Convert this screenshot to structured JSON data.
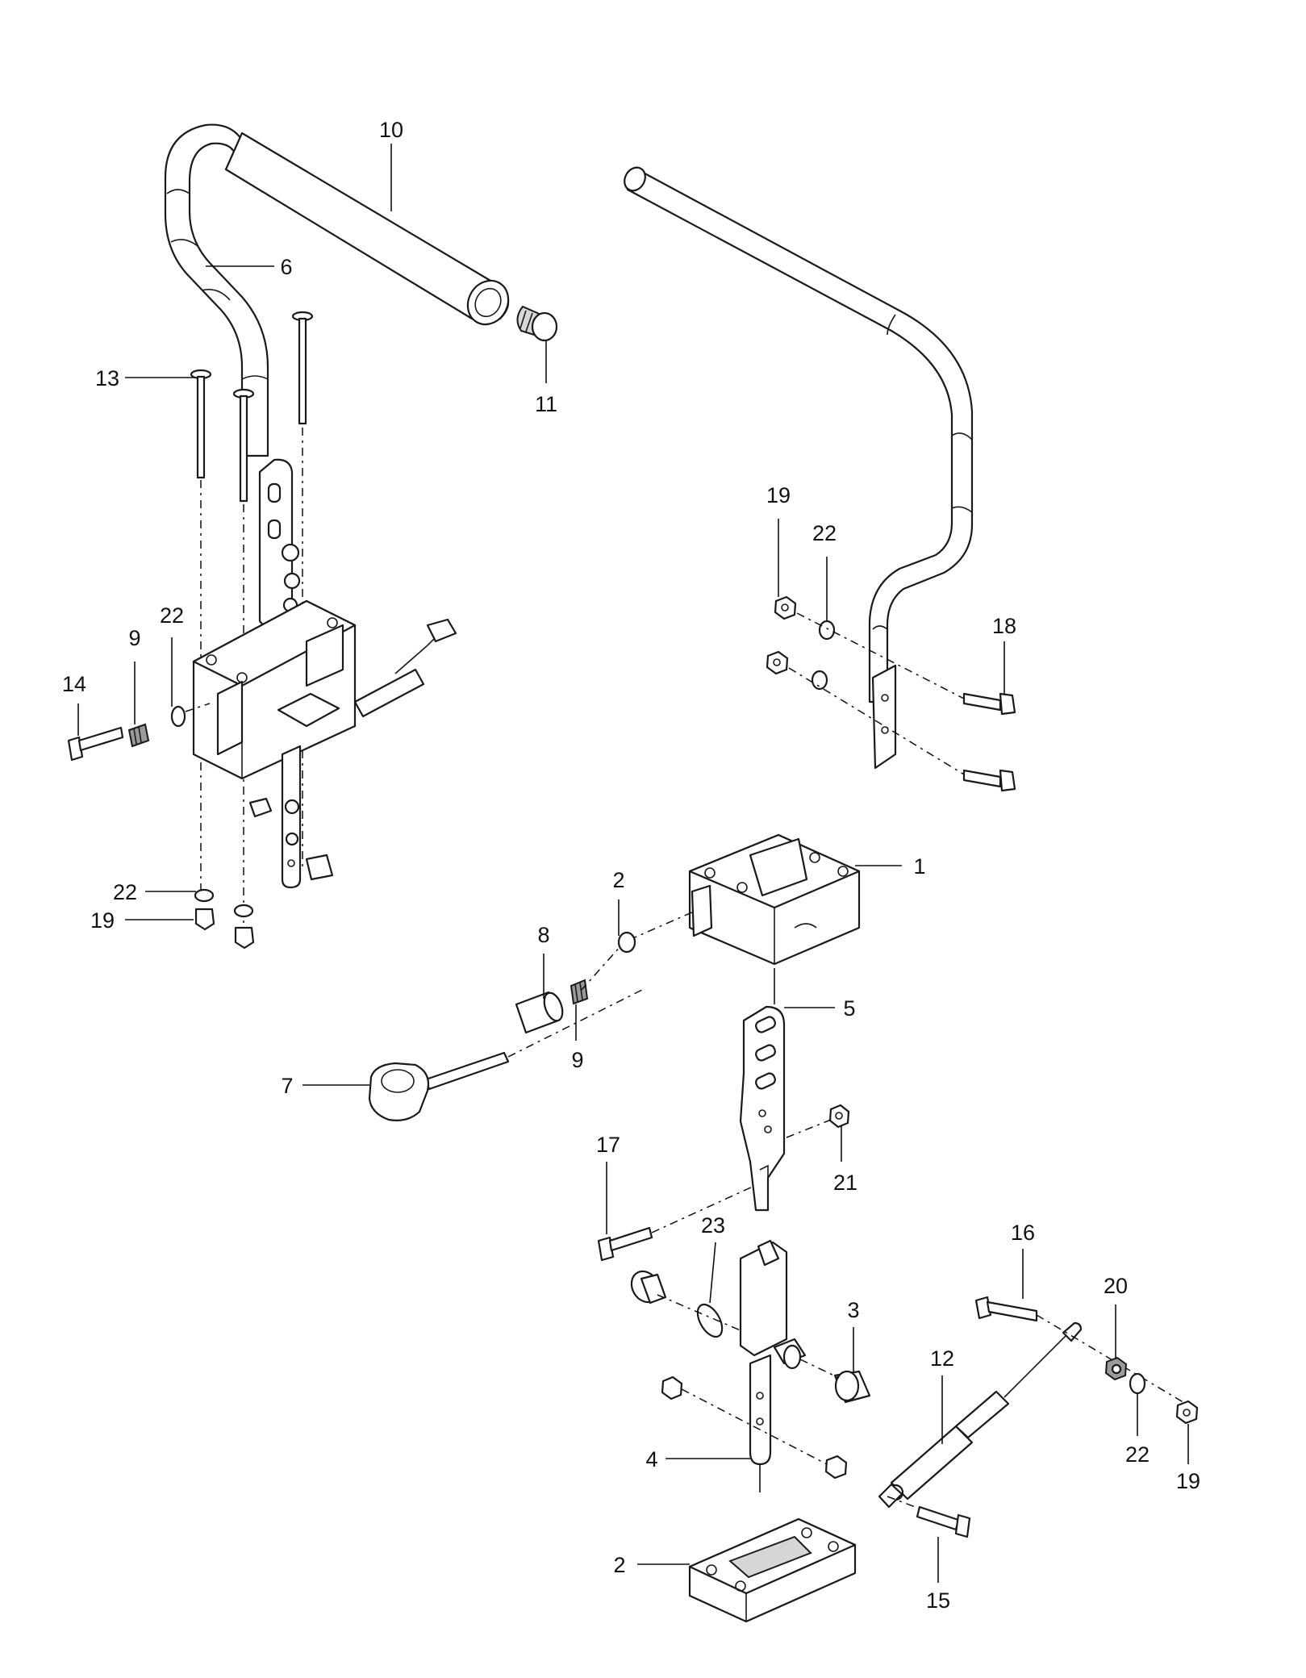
{
  "callouts": [
    {
      "id": "c10a",
      "text": "10"
    },
    {
      "id": "c6",
      "text": "6"
    },
    {
      "id": "c13",
      "text": "13"
    },
    {
      "id": "c11",
      "text": "11"
    },
    {
      "id": "c19a",
      "text": "19"
    },
    {
      "id": "c22a",
      "text": "22"
    },
    {
      "id": "c18",
      "text": "18"
    },
    {
      "id": "c22b",
      "text": "22"
    },
    {
      "id": "c9a",
      "text": "9"
    },
    {
      "id": "c14",
      "text": "14"
    },
    {
      "id": "c1",
      "text": "1"
    },
    {
      "id": "c22c",
      "text": "22"
    },
    {
      "id": "c19b",
      "text": "19"
    },
    {
      "id": "c2a",
      "text": "2"
    },
    {
      "id": "c8",
      "text": "8"
    },
    {
      "id": "c5",
      "text": "5"
    },
    {
      "id": "c9b",
      "text": "9"
    },
    {
      "id": "c7",
      "text": "7"
    },
    {
      "id": "c17",
      "text": "17"
    },
    {
      "id": "c21",
      "text": "21"
    },
    {
      "id": "c23",
      "text": "23"
    },
    {
      "id": "c16",
      "text": "16"
    },
    {
      "id": "c3",
      "text": "3"
    },
    {
      "id": "c20",
      "text": "20"
    },
    {
      "id": "c12",
      "text": "12"
    },
    {
      "id": "c4",
      "text": "4"
    },
    {
      "id": "c22d",
      "text": "22"
    },
    {
      "id": "c19c",
      "text": "19"
    },
    {
      "id": "c2b",
      "text": "2"
    },
    {
      "id": "c15",
      "text": "15"
    }
  ]
}
